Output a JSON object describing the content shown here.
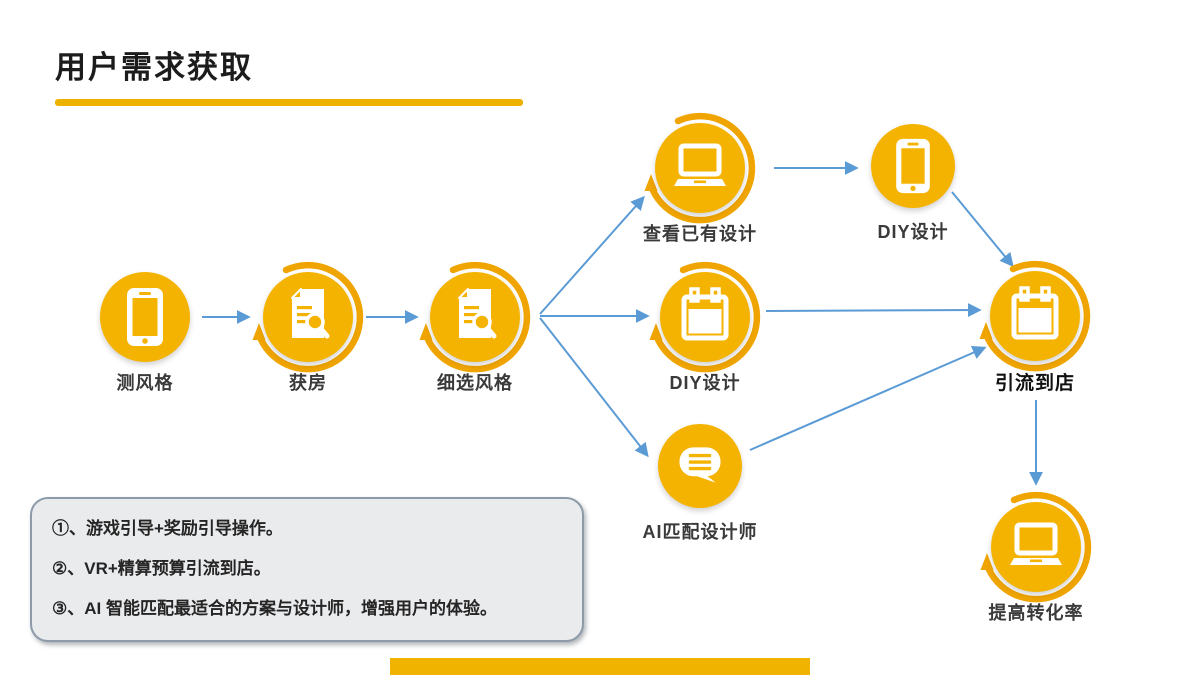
{
  "slide": {
    "title": "用户需求获取",
    "colors": {
      "gold_circle": "#F5B301",
      "gold_arc": "#EFA400",
      "gold_accent_bar": "#EDB100",
      "arrow_blue": "#5B9BD5",
      "notes_box_fill": "#EAEBED",
      "notes_box_border": "#8D9BA8"
    }
  },
  "nodes": [
    {
      "label": "测风格",
      "icon": "phone-icon"
    },
    {
      "label": "获房",
      "icon": "document-search-icon"
    },
    {
      "label": "细选风格",
      "icon": "document-search-icon"
    },
    {
      "label": "查看已有设计",
      "icon": "laptop-icon"
    },
    {
      "label": "DIY设计",
      "icon": "phone-icon"
    },
    {
      "label": "DIY设计",
      "icon": "calendar-icon"
    },
    {
      "label": "AI匹配设计师",
      "icon": "chat-bubble-icon"
    },
    {
      "label": "引流到店",
      "icon": "calendar-icon"
    },
    {
      "label": "提高转化率",
      "icon": "laptop-icon"
    }
  ],
  "notes": {
    "items": [
      "①、游戏引导+奖励引导操作。",
      "②、VR+精算预算引流到店。",
      "③、AI 智能匹配最适合的方案与设计师，增强用户的体验。"
    ]
  }
}
